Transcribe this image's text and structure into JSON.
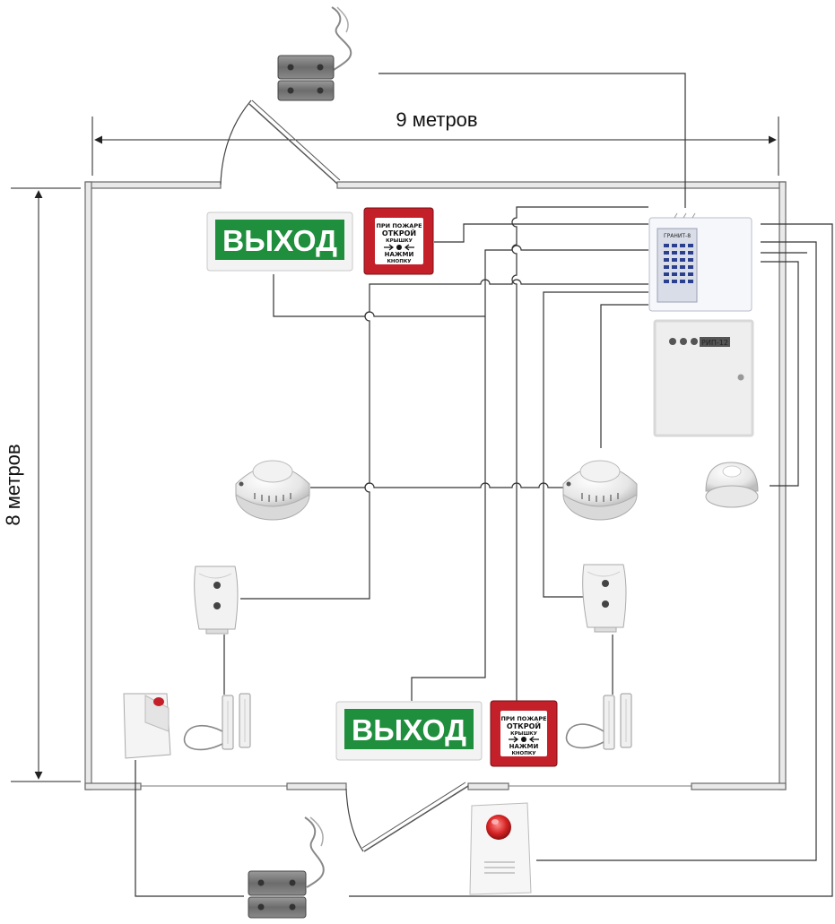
{
  "dimensions": {
    "width_label": "9 метров",
    "height_label": "8 метров"
  },
  "exit_signs": [
    {
      "label": "ВЫХОД"
    },
    {
      "label": "ВЫХОД"
    }
  ],
  "call_points": [
    {
      "line1": "ПРИ ПОЖАРЕ",
      "line2": "ОТКРОЙ",
      "line3": "КРЫШКУ",
      "line4": "НАЖМИ",
      "line5": "КНОПКУ"
    },
    {
      "line1": "ПРИ ПОЖАРЕ",
      "line2": "ОТКРОЙ",
      "line3": "КРЫШКУ",
      "line4": "НАЖМИ",
      "line5": "КНОПКУ"
    }
  ],
  "control_panel": {
    "brand": "ГРАНИТ-8"
  },
  "power_supply": {
    "label": "РИП-12"
  },
  "colors": {
    "exit_green": "#1f8f3e",
    "call_point_red": "#c4202a",
    "siren_red": "#d62424",
    "wall": "#e9e9e9"
  },
  "icons": {
    "reed_switch": "magnetic-door-contact-icon",
    "smoke_detector": "smoke-detector-icon",
    "motion_sensor": "pir-motion-sensor-icon",
    "siren": "siren-icon"
  }
}
